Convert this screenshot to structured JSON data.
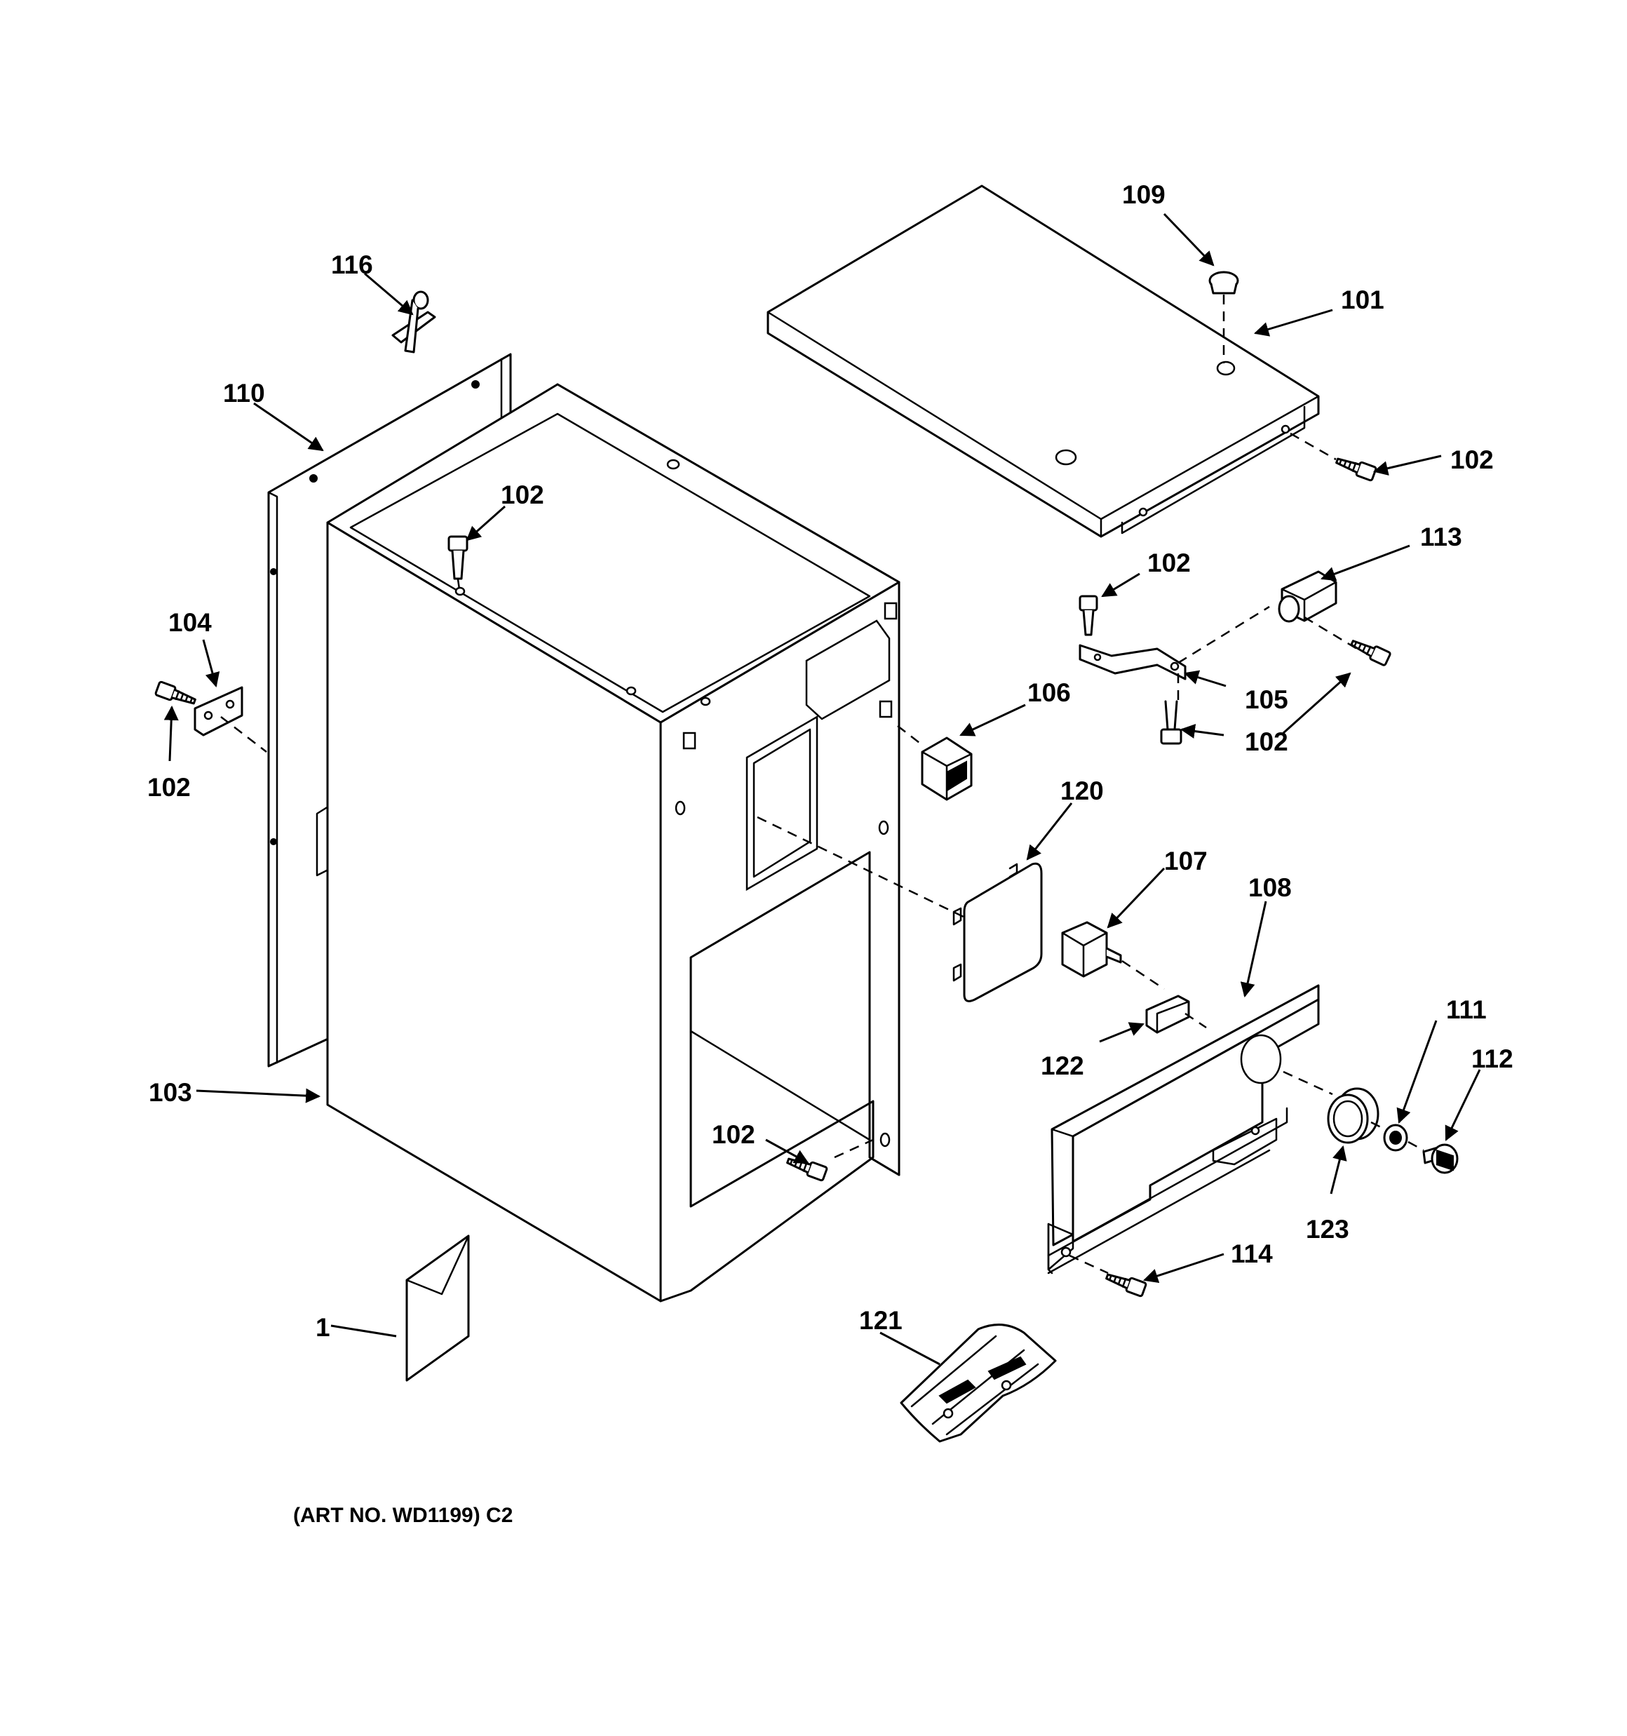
{
  "callouts": {
    "c1": "1",
    "c101": "101",
    "c102": "102",
    "c103": "103",
    "c104": "104",
    "c105": "105",
    "c106": "106",
    "c107": "107",
    "c108": "108",
    "c109": "109",
    "c110": "110",
    "c111": "111",
    "c112": "112",
    "c113": "113",
    "c114": "114",
    "c116": "116",
    "c120": "120",
    "c121": "121",
    "c122": "122",
    "c123": "123"
  },
  "caption": "(ART NO. WD1199) C2"
}
